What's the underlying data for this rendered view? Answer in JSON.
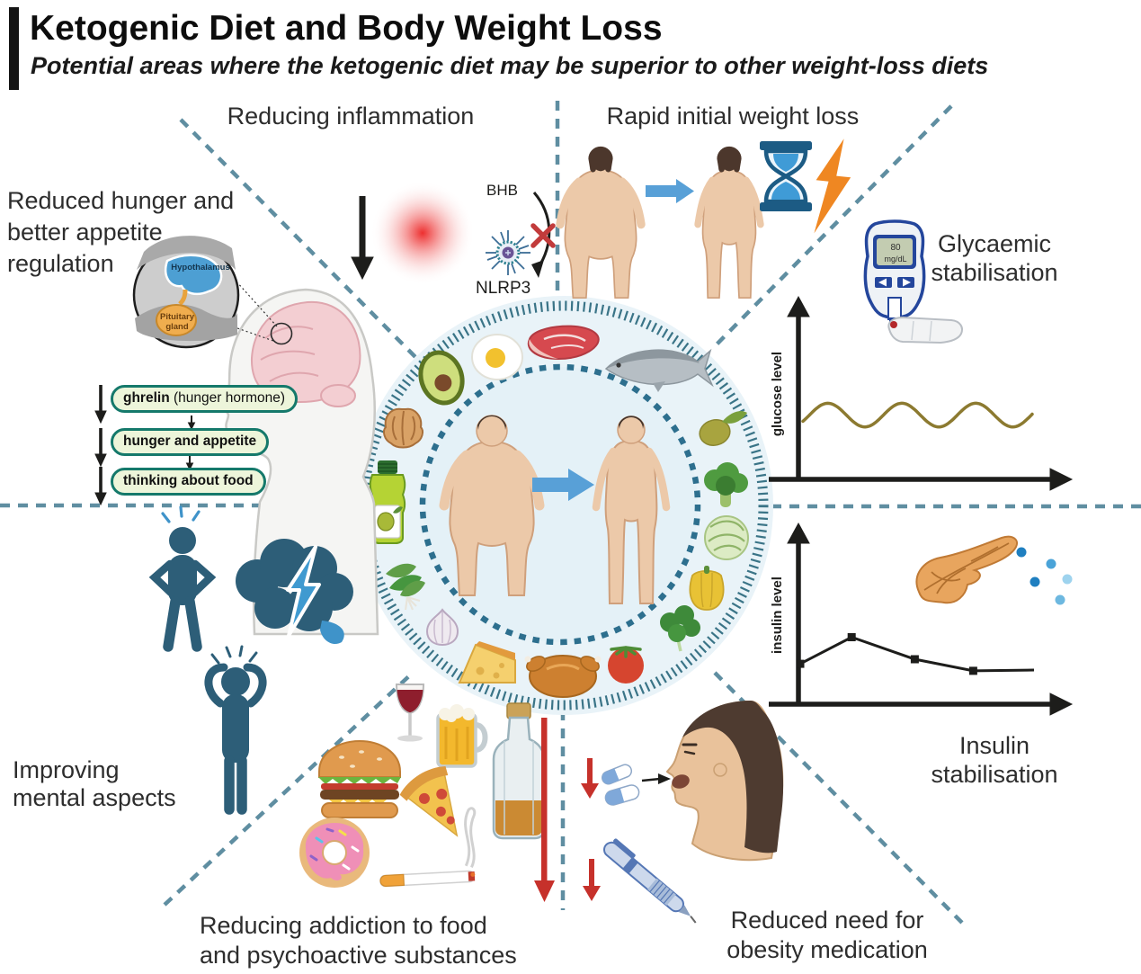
{
  "title": "Ketogenic Diet and Body Weight Loss",
  "subtitle": "Potential areas where the ketogenic diet may be superior to other weight-loss diets",
  "sections": {
    "reduced_hunger": {
      "heading_l1": "Reduced hunger and",
      "heading_l2": "better appetite",
      "heading_l3": "regulation",
      "inset_hypothalamus": "Hypothalamus",
      "inset_pituitary_l1": "Pituitary",
      "inset_pituitary_l2": "gland",
      "box1_bold": "ghrelin",
      "box1_rest": " (hunger hormone)",
      "box2": "hunger and appetite",
      "box3": "thinking about food"
    },
    "inflammation": {
      "heading": "Reducing inflammation",
      "bhb": "BHB",
      "nlrp3": "NLRP3"
    },
    "rapid_loss": {
      "heading": "Rapid initial weight loss"
    },
    "glycaemic": {
      "heading_l1": "Glycaemic",
      "heading_l2": "stabilisation",
      "meter_value": "80",
      "meter_unit": "mg/dL",
      "axis": "glucose level"
    },
    "insulin": {
      "heading_l1": "Insulin",
      "heading_l2": "stabilisation",
      "axis": "insulin level"
    },
    "medication": {
      "heading_l1": "Reduced need for",
      "heading_l2": "obesity medication"
    },
    "addiction": {
      "heading_l1": "Reducing addiction to food",
      "heading_l2": "and psychoactive substances"
    },
    "mental": {
      "heading_l1": "Improving",
      "heading_l2": "mental aspects"
    }
  },
  "colors": {
    "dashed_divider": "#4a7f95",
    "circle_ring": "#3a7487",
    "accent_blue_arrow": "#58a0d7",
    "red_arrow": "#c6312b",
    "teal_figure": "#2d5e78",
    "lightning_orange": "#ef8722",
    "glucose_wave": "#8c7a30",
    "pill_border": "#15796b",
    "pill_fill": "#edf5da"
  },
  "chart_data": [
    {
      "type": "line",
      "name": "glucose-stability",
      "ylabel": "glucose level",
      "xlabel": "",
      "description": "flat low-amplitude oscillation indicating stable glucose",
      "wave": {
        "cycles": 3.1,
        "amplitude_norm": 0.07,
        "baseline_norm": 0.38,
        "phase": -0.55
      },
      "color": "#8c7a30",
      "grid": false,
      "legend": "none"
    },
    {
      "type": "line",
      "name": "insulin-decline",
      "ylabel": "insulin level",
      "xlabel": "",
      "description": "initial insulin peak followed by decline and flattening",
      "points": [
        [
          0.0,
          0.235
        ],
        [
          0.22,
          0.39
        ],
        [
          0.49,
          0.262
        ],
        [
          0.74,
          0.194
        ],
        [
          1.0,
          0.199
        ]
      ],
      "markers": [
        true,
        true,
        true,
        true,
        false
      ],
      "color": "#1d1d1b",
      "grid": false,
      "legend": "none"
    }
  ]
}
